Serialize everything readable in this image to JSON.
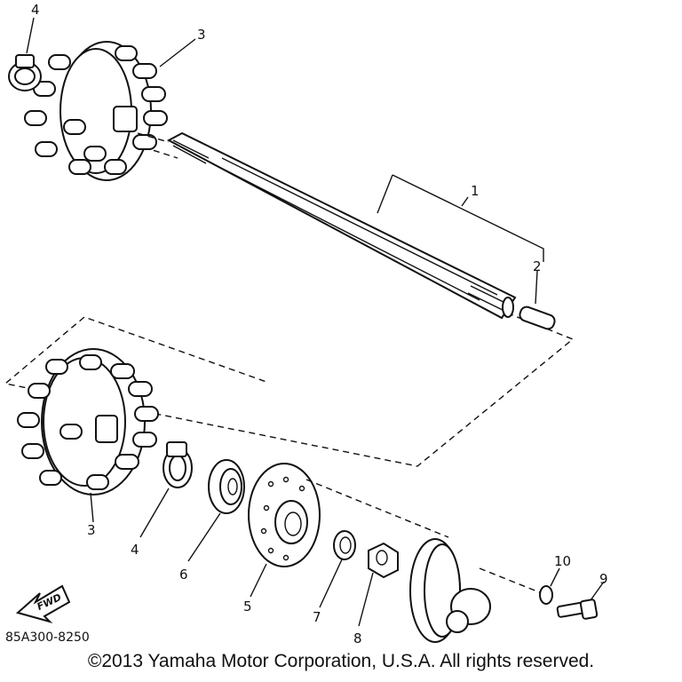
{
  "callouts": {
    "c1": "1",
    "c2": "2",
    "c3_top": "3",
    "c3_bottom": "3",
    "c4_top": "4",
    "c4_bottom": "4",
    "c5": "5",
    "c6": "6",
    "c7": "7",
    "c8": "8",
    "c9": "9",
    "c10": "10"
  },
  "fwd_label": "FWD",
  "part_code": "85A300-8250",
  "copyright": "©2013 Yamaha Motor Corporation, U.S.A. All rights reserved."
}
